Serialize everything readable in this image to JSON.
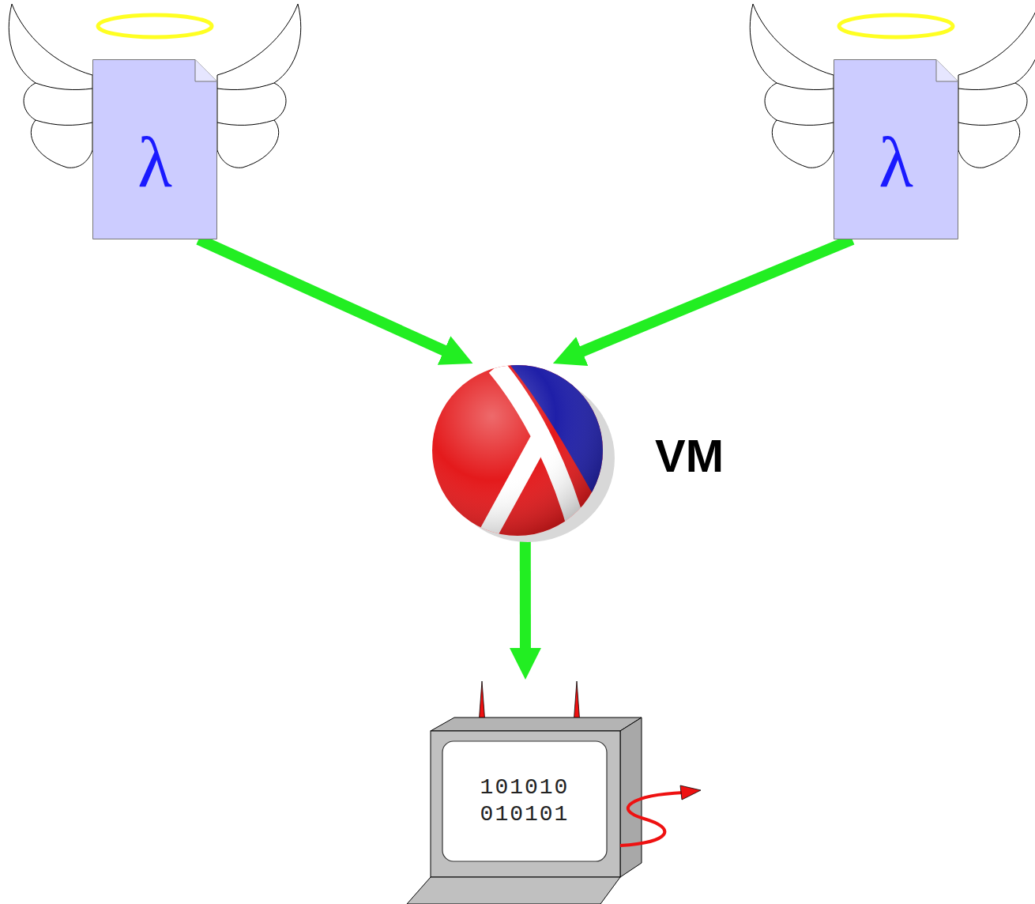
{
  "diagram": {
    "nodes": [
      {
        "text": [
          "λ"
        ]
      },
      {
        "text": [
          "λ"
        ]
      },
      {
        "text": [
          "VM"
        ]
      },
      {
        "text": [
          "101010 010101"
        ]
      }
    ],
    "edges": [
      {
        "from": 0,
        "to": 2,
        "arrow": "to"
      },
      {
        "from": 1,
        "to": 2,
        "arrow": "to"
      },
      {
        "from": 2,
        "to": 3,
        "arrow": "to"
      }
    ]
  }
}
